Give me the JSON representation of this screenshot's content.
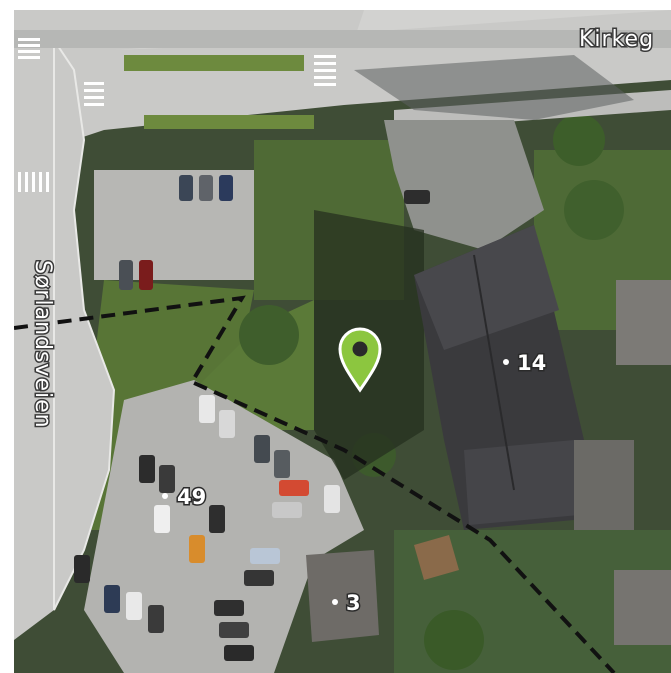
{
  "streets": {
    "kirkegata": "Kirkeg",
    "sorlandsveien": "Sørlandsveien"
  },
  "addresses": {
    "a14": "14",
    "a49": "49",
    "a3": "3"
  },
  "icons": {
    "marker": "location-pin-icon"
  },
  "colors": {
    "marker": "#8cc63f",
    "boundary": "#111111",
    "road": "#c9c9c7",
    "roof": "#3a3a3d",
    "grass": "#5d7a3a"
  }
}
